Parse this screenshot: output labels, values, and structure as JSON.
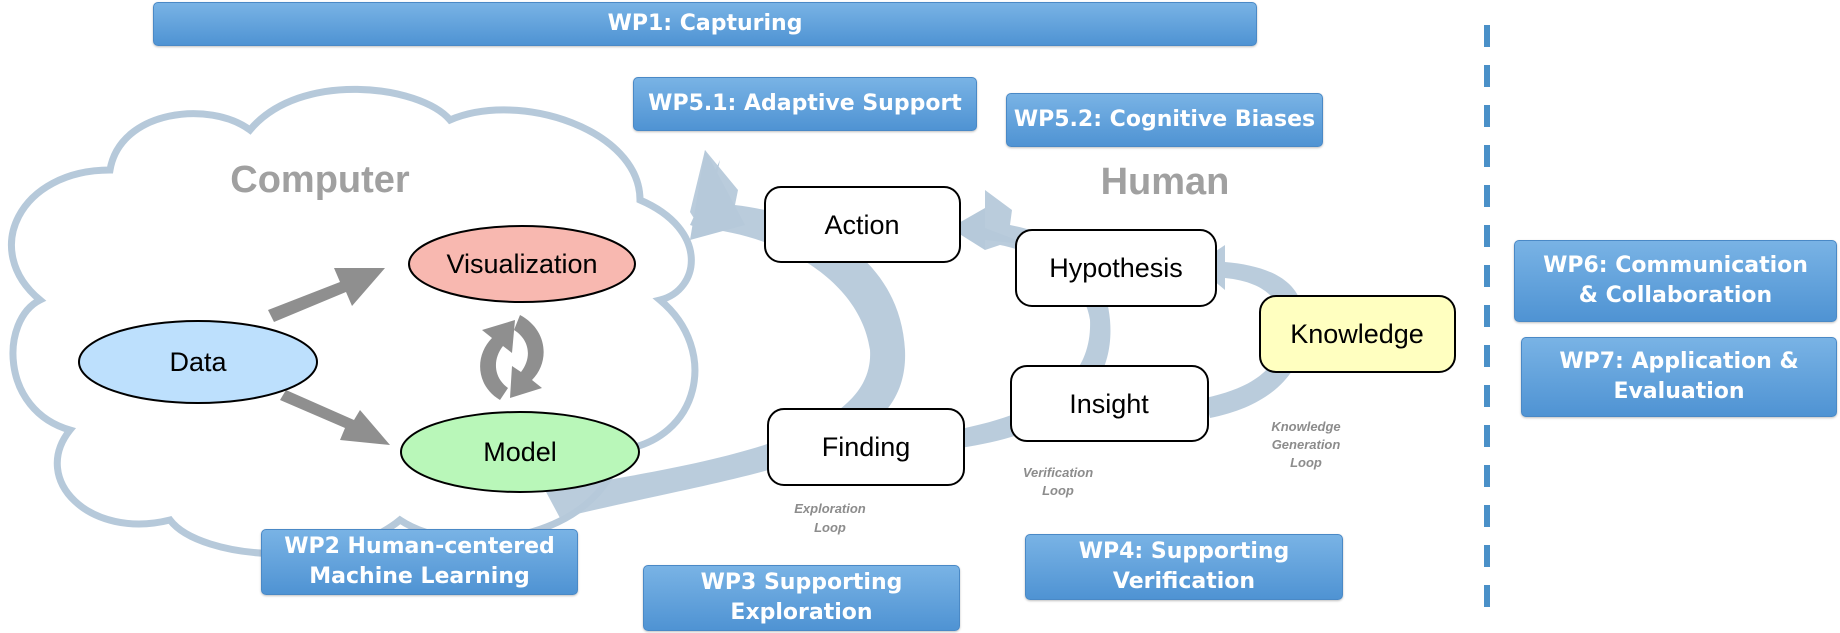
{
  "colors": {
    "wp_box": "#5b9bd8",
    "cloud_stroke": "#b6c9da",
    "loop_arrow": "#b6c9da",
    "gray_arrow": "#8f8f8f",
    "visualization": "#f8b8b0",
    "data": "#bde0fd",
    "model": "#b9f7b9",
    "knowledge": "#ffffc0"
  },
  "wp_boxes": {
    "wp1": "WP1: Capturing",
    "wp51": "WP5.1: Adaptive Support",
    "wp52": "WP5.2: Cognitive Biases",
    "wp6_l1": "WP6: Communication",
    "wp6_l2": "& Collaboration",
    "wp7_l1": "WP7: Application &",
    "wp7_l2": "Evaluation",
    "wp2_l1": "WP2 Human-centered",
    "wp2_l2": "Machine Learning",
    "wp3_l1": "WP3 Supporting",
    "wp3_l2": "Exploration",
    "wp4_l1": "WP4: Supporting",
    "wp4_l2": "Verification"
  },
  "labels": {
    "computer": "Computer",
    "human": "Human"
  },
  "nodes": {
    "data": "Data",
    "visualization": "Visualization",
    "model": "Model",
    "action": "Action",
    "hypothesis": "Hypothesis",
    "knowledge": "Knowledge",
    "insight": "Insight",
    "finding": "Finding"
  },
  "loops": {
    "exploration_l1": "Exploration",
    "exploration_l2": "Loop",
    "verification_l1": "Verification",
    "verification_l2": "Loop",
    "knowledge_l1": "Knowledge",
    "knowledge_l2": "Generation",
    "knowledge_l3": "Loop"
  }
}
